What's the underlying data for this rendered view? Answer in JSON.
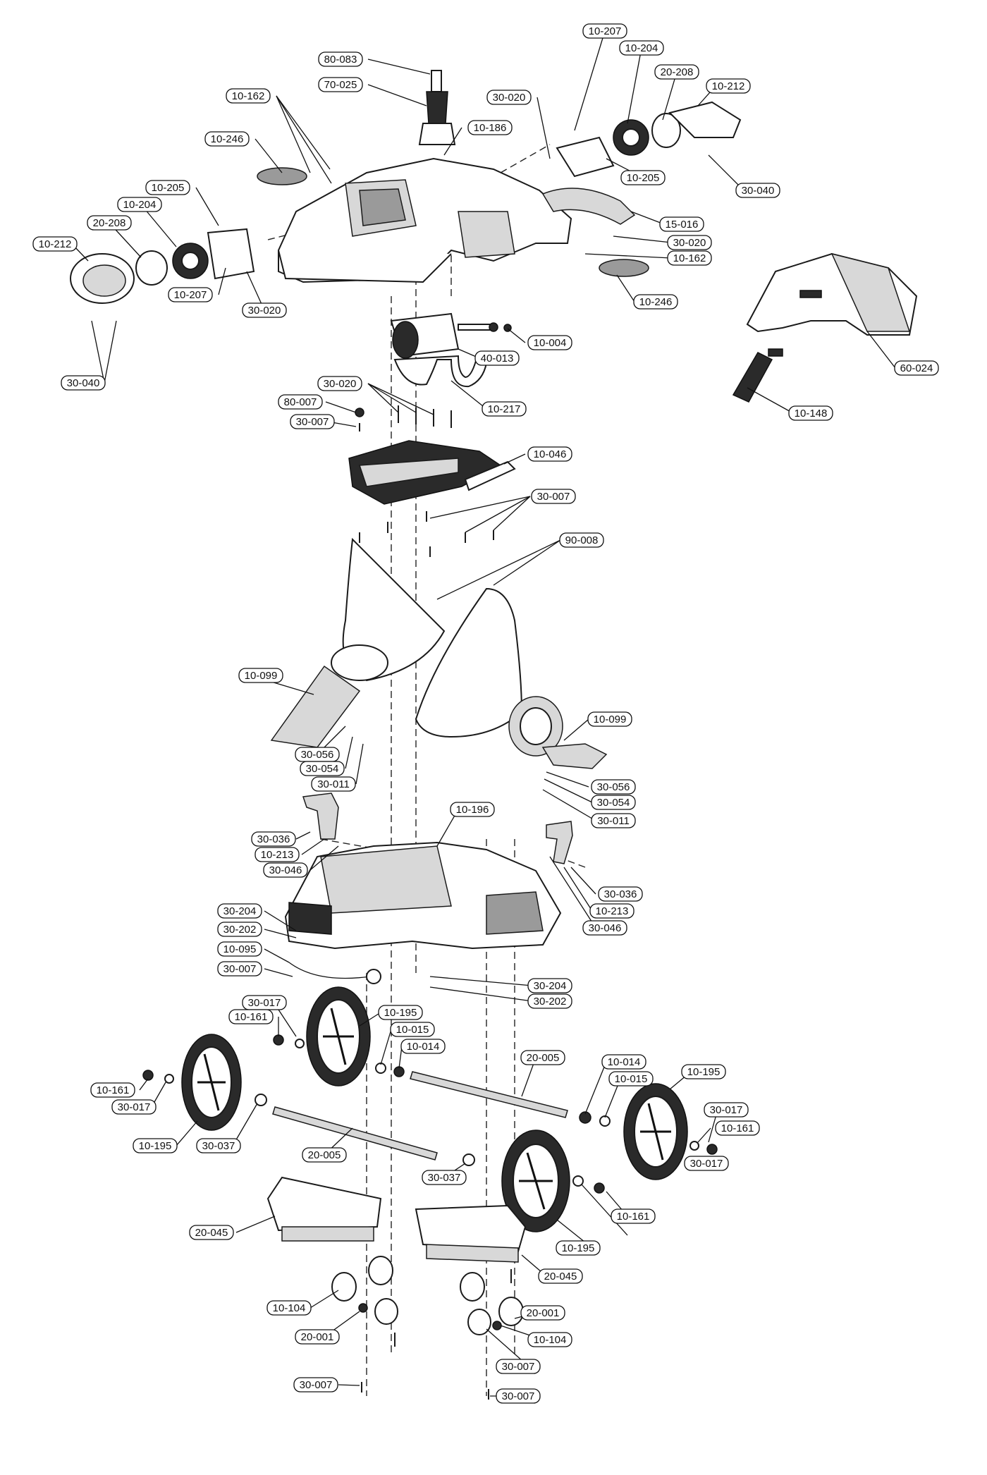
{
  "callouts": [
    {
      "label": "80-083"
    },
    {
      "label": "70-025"
    },
    {
      "label": "10-162"
    },
    {
      "label": "10-186"
    },
    {
      "label": "10-246"
    },
    {
      "label": "10-205"
    },
    {
      "label": "10-204"
    },
    {
      "label": "20-208"
    },
    {
      "label": "10-212"
    },
    {
      "label": "10-207"
    },
    {
      "label": "30-020"
    },
    {
      "label": "30-040"
    },
    {
      "label": "10-207"
    },
    {
      "label": "10-204"
    },
    {
      "label": "20-208"
    },
    {
      "label": "10-212"
    },
    {
      "label": "30-020"
    },
    {
      "label": "10-205"
    },
    {
      "label": "30-040"
    },
    {
      "label": "15-016"
    },
    {
      "label": "30-020"
    },
    {
      "label": "10-162"
    },
    {
      "label": "10-246"
    },
    {
      "label": "60-024"
    },
    {
      "label": "10-148"
    },
    {
      "label": "10-004"
    },
    {
      "label": "40-013"
    },
    {
      "label": "30-020"
    },
    {
      "label": "10-217"
    },
    {
      "label": "80-007"
    },
    {
      "label": "30-007"
    },
    {
      "label": "10-046"
    },
    {
      "label": "30-007"
    },
    {
      "label": "90-008"
    },
    {
      "label": "10-099"
    },
    {
      "label": "30-056"
    },
    {
      "label": "30-054"
    },
    {
      "label": "30-011"
    },
    {
      "label": "10-099"
    },
    {
      "label": "30-056"
    },
    {
      "label": "30-054"
    },
    {
      "label": "30-011"
    },
    {
      "label": "10-196"
    },
    {
      "label": "30-036"
    },
    {
      "label": "10-213"
    },
    {
      "label": "30-046"
    },
    {
      "label": "30-036"
    },
    {
      "label": "10-213"
    },
    {
      "label": "30-046"
    },
    {
      "label": "30-204"
    },
    {
      "label": "30-202"
    },
    {
      "label": "10-095"
    },
    {
      "label": "30-007"
    },
    {
      "label": "30-204"
    },
    {
      "label": "30-202"
    },
    {
      "label": "30-017"
    },
    {
      "label": "10-161"
    },
    {
      "label": "10-195"
    },
    {
      "label": "10-015"
    },
    {
      "label": "10-014"
    },
    {
      "label": "20-005"
    },
    {
      "label": "10-014"
    },
    {
      "label": "10-015"
    },
    {
      "label": "10-195"
    },
    {
      "label": "10-161"
    },
    {
      "label": "30-017"
    },
    {
      "label": "10-195"
    },
    {
      "label": "30-037"
    },
    {
      "label": "20-005"
    },
    {
      "label": "30-037"
    },
    {
      "label": "30-017"
    },
    {
      "label": "10-161"
    },
    {
      "label": "10-161"
    },
    {
      "label": "30-017"
    },
    {
      "label": "10-195"
    },
    {
      "label": "20-045"
    },
    {
      "label": "20-045"
    },
    {
      "label": "10-104"
    },
    {
      "label": "20-001"
    },
    {
      "label": "30-007"
    },
    {
      "label": "30-007"
    },
    {
      "label": "10-104"
    },
    {
      "label": "20-001"
    },
    {
      "label": "30-007"
    }
  ]
}
